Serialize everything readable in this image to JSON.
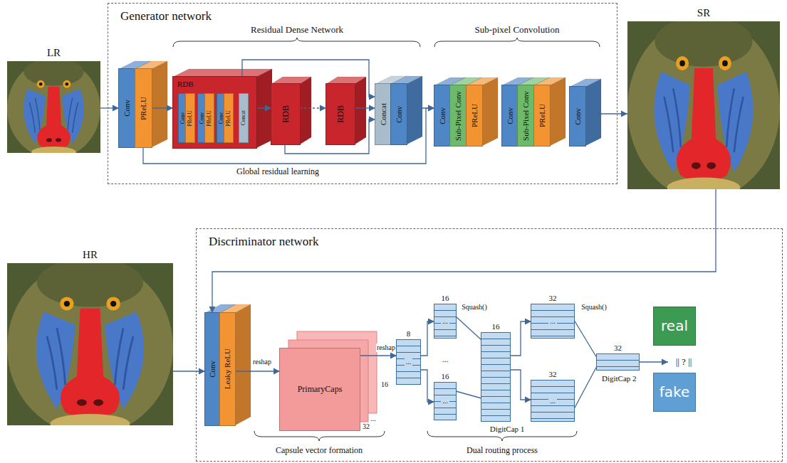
{
  "diagram": {
    "nodes": [
      {
        "text": [
          "LR"
        ]
      },
      {
        "text": [
          "Generator network"
        ]
      },
      {
        "text": [
          "Conv"
        ],
        "in": 1
      },
      {
        "text": [
          "PReLU"
        ],
        "in": 1
      },
      {
        "text": [
          "RDB"
        ],
        "in": 1
      },
      {
        "text": [
          "Conv"
        ],
        "in": 4
      },
      {
        "text": [
          "PReLU"
        ],
        "in": 4
      },
      {
        "text": [
          "Conv"
        ],
        "in": 4
      },
      {
        "text": [
          "PReLU"
        ],
        "in": 4
      },
      {
        "text": [
          "Conv"
        ],
        "in": 4
      },
      {
        "text": [
          "PReLU"
        ],
        "in": 4
      },
      {
        "text": [
          "Concat"
        ],
        "in": 4
      },
      {
        "text": [
          "RDB"
        ],
        "in": 1
      },
      {
        "text": [
          "RDB"
        ],
        "in": 1
      },
      {
        "text": [
          "Concat"
        ],
        "in": 1
      },
      {
        "text": [
          "Conv"
        ],
        "in": 1
      },
      {
        "text": [
          "Conv"
        ],
        "in": 1
      },
      {
        "text": [
          "Sub-Pixel Conv"
        ],
        "in": 1
      },
      {
        "text": [
          "PReLU"
        ],
        "in": 1
      },
      {
        "text": [
          "Conv"
        ],
        "in": 1
      },
      {
        "text": [
          "Sub-Pixel Conv"
        ],
        "in": 1
      },
      {
        "text": [
          "PReLU"
        ],
        "in": 1
      },
      {
        "text": [
          "Conv"
        ],
        "in": 1
      },
      {
        "text": [
          "SR"
        ]
      },
      {
        "text": [
          "HR"
        ]
      },
      {
        "text": [
          "Discriminator network"
        ]
      },
      {
        "text": [
          "Conv"
        ],
        "in": 25
      },
      {
        "text": [
          "Leaky ReLU"
        ],
        "in": 25
      },
      {
        "text": [
          "PrimaryCaps"
        ],
        "in": 25
      },
      {
        "text": [
          "8",
          "..."
        ],
        "in": 25
      },
      {
        "text": [
          "16",
          "..."
        ],
        "in": 25
      },
      {
        "text": [
          "16",
          "..."
        ],
        "in": 25
      },
      {
        "text": [
          "16"
        ],
        "in": 25
      },
      {
        "text": [
          "32",
          "..."
        ],
        "in": 25
      },
      {
        "text": [
          "32",
          "..."
        ],
        "in": 25
      },
      {
        "text": [
          "32",
          "DigitCap 2"
        ],
        "in": 25
      },
      {
        "text": [
          "real"
        ],
        "in": 25
      },
      {
        "text": [
          "fake"
        ],
        "in": 25
      }
    ],
    "edges": [
      {
        "from": 0,
        "to": 2,
        "arrow": "to"
      },
      {
        "from": 3,
        "to": 4,
        "arrow": "to"
      },
      {
        "from": 4,
        "to": 12,
        "arrow": "to"
      },
      {
        "from": 12,
        "to": 13,
        "arrow": "to"
      },
      {
        "from": 13,
        "to": 14,
        "arrow": "to"
      },
      {
        "from": 4,
        "to": 14,
        "arrow": "to"
      },
      {
        "from": 12,
        "to": 14,
        "arrow": "to"
      },
      {
        "from": 15,
        "to": 16,
        "arrow": "to"
      },
      {
        "from": 3,
        "to": 16,
        "label": "Global residual learning",
        "arrow": "to"
      },
      {
        "from": 22,
        "to": 23,
        "arrow": "to"
      },
      {
        "from": 23,
        "to": 26,
        "arrow": "to"
      },
      {
        "from": 24,
        "to": 26,
        "arrow": "to"
      },
      {
        "from": 27,
        "to": 28,
        "label": "reshap",
        "arrow": "to"
      },
      {
        "from": 28,
        "to": 29,
        "label": "reshap",
        "arrow": "to"
      },
      {
        "from": 29,
        "to": 30,
        "arrow": "to"
      },
      {
        "from": 29,
        "to": 31,
        "arrow": "to"
      },
      {
        "from": 30,
        "to": 32,
        "arrow": "none"
      },
      {
        "from": 31,
        "to": 32,
        "arrow": "none"
      },
      {
        "from": 32,
        "to": 33,
        "arrow": "to"
      },
      {
        "from": 32,
        "to": 34,
        "arrow": "to"
      },
      {
        "from": 33,
        "to": 35,
        "arrow": "none"
      },
      {
        "from": 34,
        "to": 35,
        "arrow": "none"
      }
    ],
    "labels": [
      "Residual Dense Network",
      "Sub-pixel Convolution",
      "16",
      "...",
      "32",
      "...",
      "Squash()",
      "Squash()",
      "DigitCap 1",
      "|| ? ||",
      "Capsule vector formation",
      "Dual routing process"
    ]
  }
}
